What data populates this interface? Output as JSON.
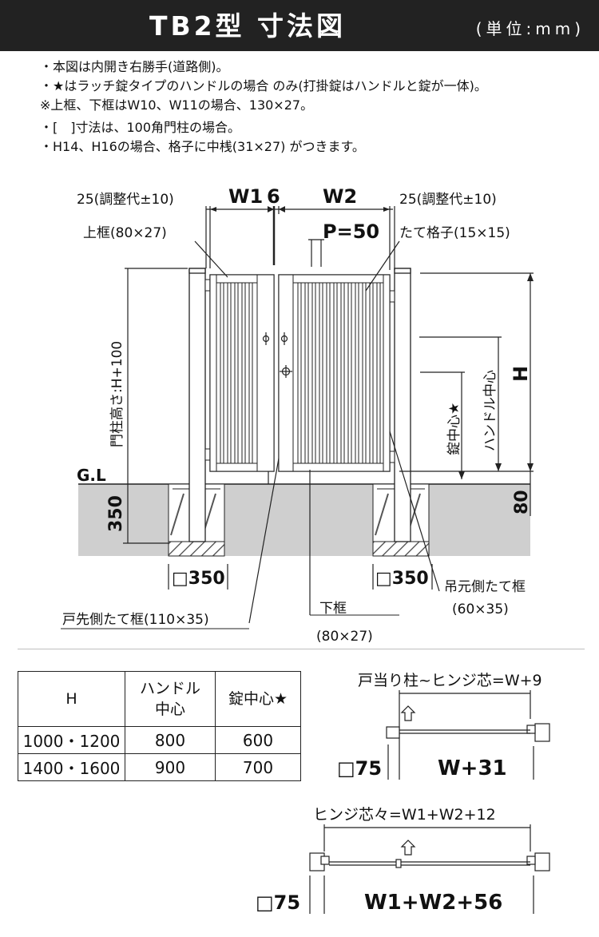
{
  "header": {
    "title": "TB2型 寸法図",
    "unit": "(単位:mm)"
  },
  "notes": [
    "・本図は内開き右勝手(道路側)。",
    "・★はラッチ錠タイプのハンドルの場合 のみ(打掛錠はハンドルと錠が一体)。",
    "※上框、下框はW10、W11の場合、130×27。",
    "・[　]寸法は、100角門柱の場合。",
    "・H14、H16の場合、格子に中桟(31×27) がつきます。"
  ],
  "diagram": {
    "adjust_left": "25(調整代±10)",
    "adjust_right": "25(調整代±10)",
    "w1": "W1",
    "six": "6",
    "w2": "W2",
    "pitch": "P=50",
    "top_frame": "上框(80×27)",
    "lattice": "たて格子(15×15)",
    "post_height": "門柱高さ:H+100",
    "gl": "G.L",
    "depth": "350",
    "h": "H",
    "handle_center": "ハンドル中心",
    "lock_center": "錠中心★",
    "eighty": "80",
    "footing_left": "□350",
    "footing_right": "□350",
    "hinge_stile": "吊元側たて框",
    "hinge_stile_size": "(60×35)",
    "latch_stile": "戸先側たて框(110×35)",
    "bottom_frame": "下框",
    "bottom_frame_size": "(80×27)"
  },
  "table": {
    "headers": {
      "h": "H",
      "handle": "ハンドル中心",
      "handle_l1": "ハンドル",
      "handle_l2": "中心",
      "lock": "錠中心★"
    },
    "rows": [
      {
        "h": "1000・1200",
        "handle": "800",
        "lock": "600"
      },
      {
        "h": "1400・1600",
        "handle": "900",
        "lock": "700"
      }
    ]
  },
  "plan_single": {
    "top_label": "戸当り柱~ヒンジ芯=W+9",
    "post": "□75",
    "width": "W+31"
  },
  "plan_double": {
    "top_label": "ヒンジ芯々=W1+W2+12",
    "post": "□75",
    "width": "W1+W2+56"
  }
}
